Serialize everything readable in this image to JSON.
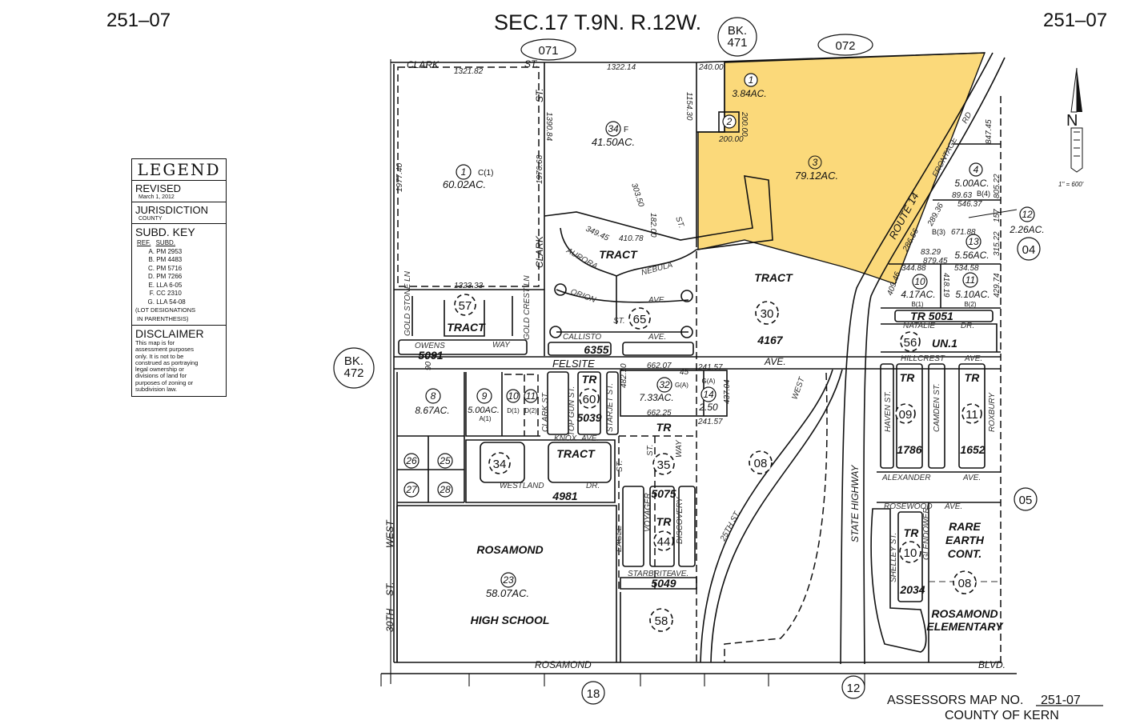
{
  "header": {
    "map_no_left": "251–07",
    "title": "SEC.17 T.9N. R.12W.",
    "map_no_right": "251–07"
  },
  "book_refs": {
    "pg071": "071",
    "pg072": "072",
    "bk471_a": "BK.",
    "bk471_b": "471",
    "bk472_a": "BK.",
    "bk472_b": "472",
    "pg04": "04",
    "pg05": "05",
    "pg18": "18",
    "pg12": "12"
  },
  "legend": {
    "title": "LEGEND",
    "revised_label": "REVISED",
    "revised_date": "March 1, 2012",
    "jurisdiction_label": "JURISDICTION",
    "jurisdiction_value": "COUNTY",
    "subd_key_label": "SUBD. KEY",
    "ref_header": "REF.",
    "subd_header": "SUBD.",
    "subd_items": [
      {
        "ref": "A.",
        "subd": "PM 2953"
      },
      {
        "ref": "B.",
        "subd": "PM 4483"
      },
      {
        "ref": "C.",
        "subd": "PM 5716"
      },
      {
        "ref": "D.",
        "subd": "PM 7266"
      },
      {
        "ref": "E.",
        "subd": "LLA 6-05"
      },
      {
        "ref": "F.",
        "subd": "CC 2310"
      },
      {
        "ref": "G.",
        "subd": "LLA 54-08"
      }
    ],
    "note_line1": "(LOT DESIGNATIONS",
    "note_line2": "IN PARENTHESIS)",
    "disclaimer_label": "DISCLAIMER",
    "disclaimer_lines": [
      "This map is for",
      "assessment purposes",
      "only. It is not to be",
      "construed as portraying",
      "legal ownership or",
      "divisions of land for",
      "purposes of zoning or",
      "subdivision law."
    ]
  },
  "north_arrow": {
    "letter": "N",
    "scale": "1\" = 600'"
  },
  "highlight_color": "#fbd97a",
  "parcels": [
    {
      "num": "1",
      "ref": "C(1)",
      "acres": "60.02AC."
    },
    {
      "num": "34",
      "ref": "F",
      "acres": "41.50AC."
    },
    {
      "num": "1",
      "acres": "3.84AC."
    },
    {
      "num": "2"
    },
    {
      "num": "3",
      "acres": "79.12AC.",
      "highlighted": true
    },
    {
      "num": "4",
      "acres": "5.00AC.",
      "ref": "B(4)"
    },
    {
      "num": "12",
      "acres": "2.26AC."
    },
    {
      "num": "13",
      "acres": "5.56AC.",
      "ref": "B(3)"
    },
    {
      "num": "10",
      "acres": "4.17AC.",
      "ref": "B(1)"
    },
    {
      "num": "11",
      "acres": "5.10AC.",
      "ref": "B(2)"
    },
    {
      "num": "8",
      "acres": "8.67AC."
    },
    {
      "num": "9",
      "acres": "5.00AC.",
      "ref": "A(1)"
    },
    {
      "num": "10",
      "ref": "D(1)"
    },
    {
      "num": "11",
      "ref": "D(2)"
    },
    {
      "num": "32",
      "acres": "7.33AC.",
      "ref": "G(A)"
    },
    {
      "num": "14",
      "acres": "2.50",
      "ref": "G(A)"
    },
    {
      "num": "26"
    },
    {
      "num": "25"
    },
    {
      "num": "27"
    },
    {
      "num": "28"
    },
    {
      "num": "23",
      "acres": "58.07AC.",
      "name1": "ROSAMOND",
      "name2": "HIGH SCHOOL"
    }
  ],
  "tracts": [
    {
      "num": "57",
      "label": "TRACT",
      "number": "5091"
    },
    {
      "num": "65",
      "label": "TRACT",
      "number": "6355"
    },
    {
      "num": "30",
      "label": "TRACT",
      "number": "4167"
    },
    {
      "num": "56",
      "label": "TR 5051",
      "unit": "UN.1"
    },
    {
      "num": "60",
      "label": "TR",
      "number": "5039"
    },
    {
      "num": "34",
      "label": "TRACT",
      "number": "4981"
    },
    {
      "num": "35",
      "label": "TR",
      "number": "5075"
    },
    {
      "num": "44",
      "label": "TR",
      "number": "5049"
    },
    {
      "num": "58"
    },
    {
      "num": "08"
    },
    {
      "num": "09",
      "label": "TR",
      "number": "1786"
    },
    {
      "num": "11",
      "label": "TR",
      "number": "1652"
    },
    {
      "num": "10",
      "label": "TR",
      "number": "2034"
    },
    {
      "num": "08",
      "name1": "RARE",
      "name2": "EARTH",
      "name3": "CONT.",
      "school1": "ROSAMOND",
      "school2": "ELEMENTARY"
    }
  ],
  "streets": [
    "CLARK",
    "ST.",
    "CLARK",
    "ST.",
    "FELSITE",
    "AVE.",
    "ROSAMOND",
    "BLVD.",
    "30TH",
    "ST.",
    "WEST",
    "GOLD STONE LN",
    "GOLD CREST LN",
    "OWENS",
    "WAY",
    "AURORA",
    "NEBULA",
    "ST.",
    "ORION",
    "AVE.",
    "CALLISTO",
    "AVE.",
    "ST.",
    "CLARK ST.",
    "TOP GUN ST.",
    "STARJET ST.",
    "KNOX",
    "AVE.",
    "WESTLAND",
    "DR.",
    "ST.",
    "ST.",
    "WAY",
    "VOYAGER",
    "DISCOVERY",
    "EAGLE",
    "STARBRITE",
    "AVE.",
    "WEST",
    "25TH ST.",
    "STATE HIGHWAY",
    "ROUTE 14",
    "FRONTAGE",
    "RD",
    "NATALIE",
    "DR.",
    "HILLCREST",
    "AVE.",
    "HAVEN ST.",
    "CAMDEN ST.",
    "ROXBURY",
    "ALEXANDER",
    "AVE.",
    "ROSEWOOD",
    "AVE.",
    "SHELLEY ST.",
    "GLENDOWER"
  ],
  "dimensions": [
    "1321.82",
    "1322.14",
    "240.00",
    "1977.40",
    "1976.68",
    "1390.84",
    "1154.30",
    "200.00",
    "200.00",
    "1323.33",
    "349.45",
    "410.78",
    "303.50",
    "182.00",
    "847.45",
    "805.22",
    "89.63",
    "546.37",
    "289.36",
    "157",
    "671.88",
    "286.56",
    "83.29",
    "879.45",
    "315.22",
    "344.88",
    "534.58",
    "409.46",
    "418.19",
    "429.74",
    "90",
    "482.10",
    "662.07",
    "45",
    "662.25",
    "241.57",
    "437.04",
    "241.57"
  ],
  "footer": {
    "label": "ASSESSORS MAP NO.",
    "number": "251-07",
    "county": "COUNTY OF KERN"
  }
}
